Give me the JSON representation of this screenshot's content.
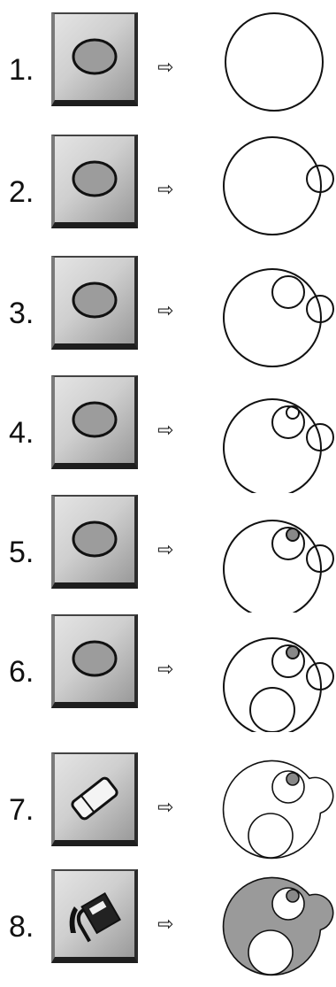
{
  "steps": [
    {
      "label": "1.",
      "tool": "ellipse-icon"
    },
    {
      "label": "2.",
      "tool": "ellipse-icon"
    },
    {
      "label": "3.",
      "tool": "ellipse-icon"
    },
    {
      "label": "4.",
      "tool": "ellipse-icon"
    },
    {
      "label": "5.",
      "tool": "ellipse-icon"
    },
    {
      "label": "6.",
      "tool": "ellipse-icon"
    },
    {
      "label": "7.",
      "tool": "eraser-icon"
    },
    {
      "label": "8.",
      "tool": "paint-bucket-icon"
    }
  ],
  "arrow": "⇨",
  "colors": {
    "ink": "#111111",
    "fill_gray": "#9a9a9a",
    "button_face": "#cfcfcf"
  }
}
